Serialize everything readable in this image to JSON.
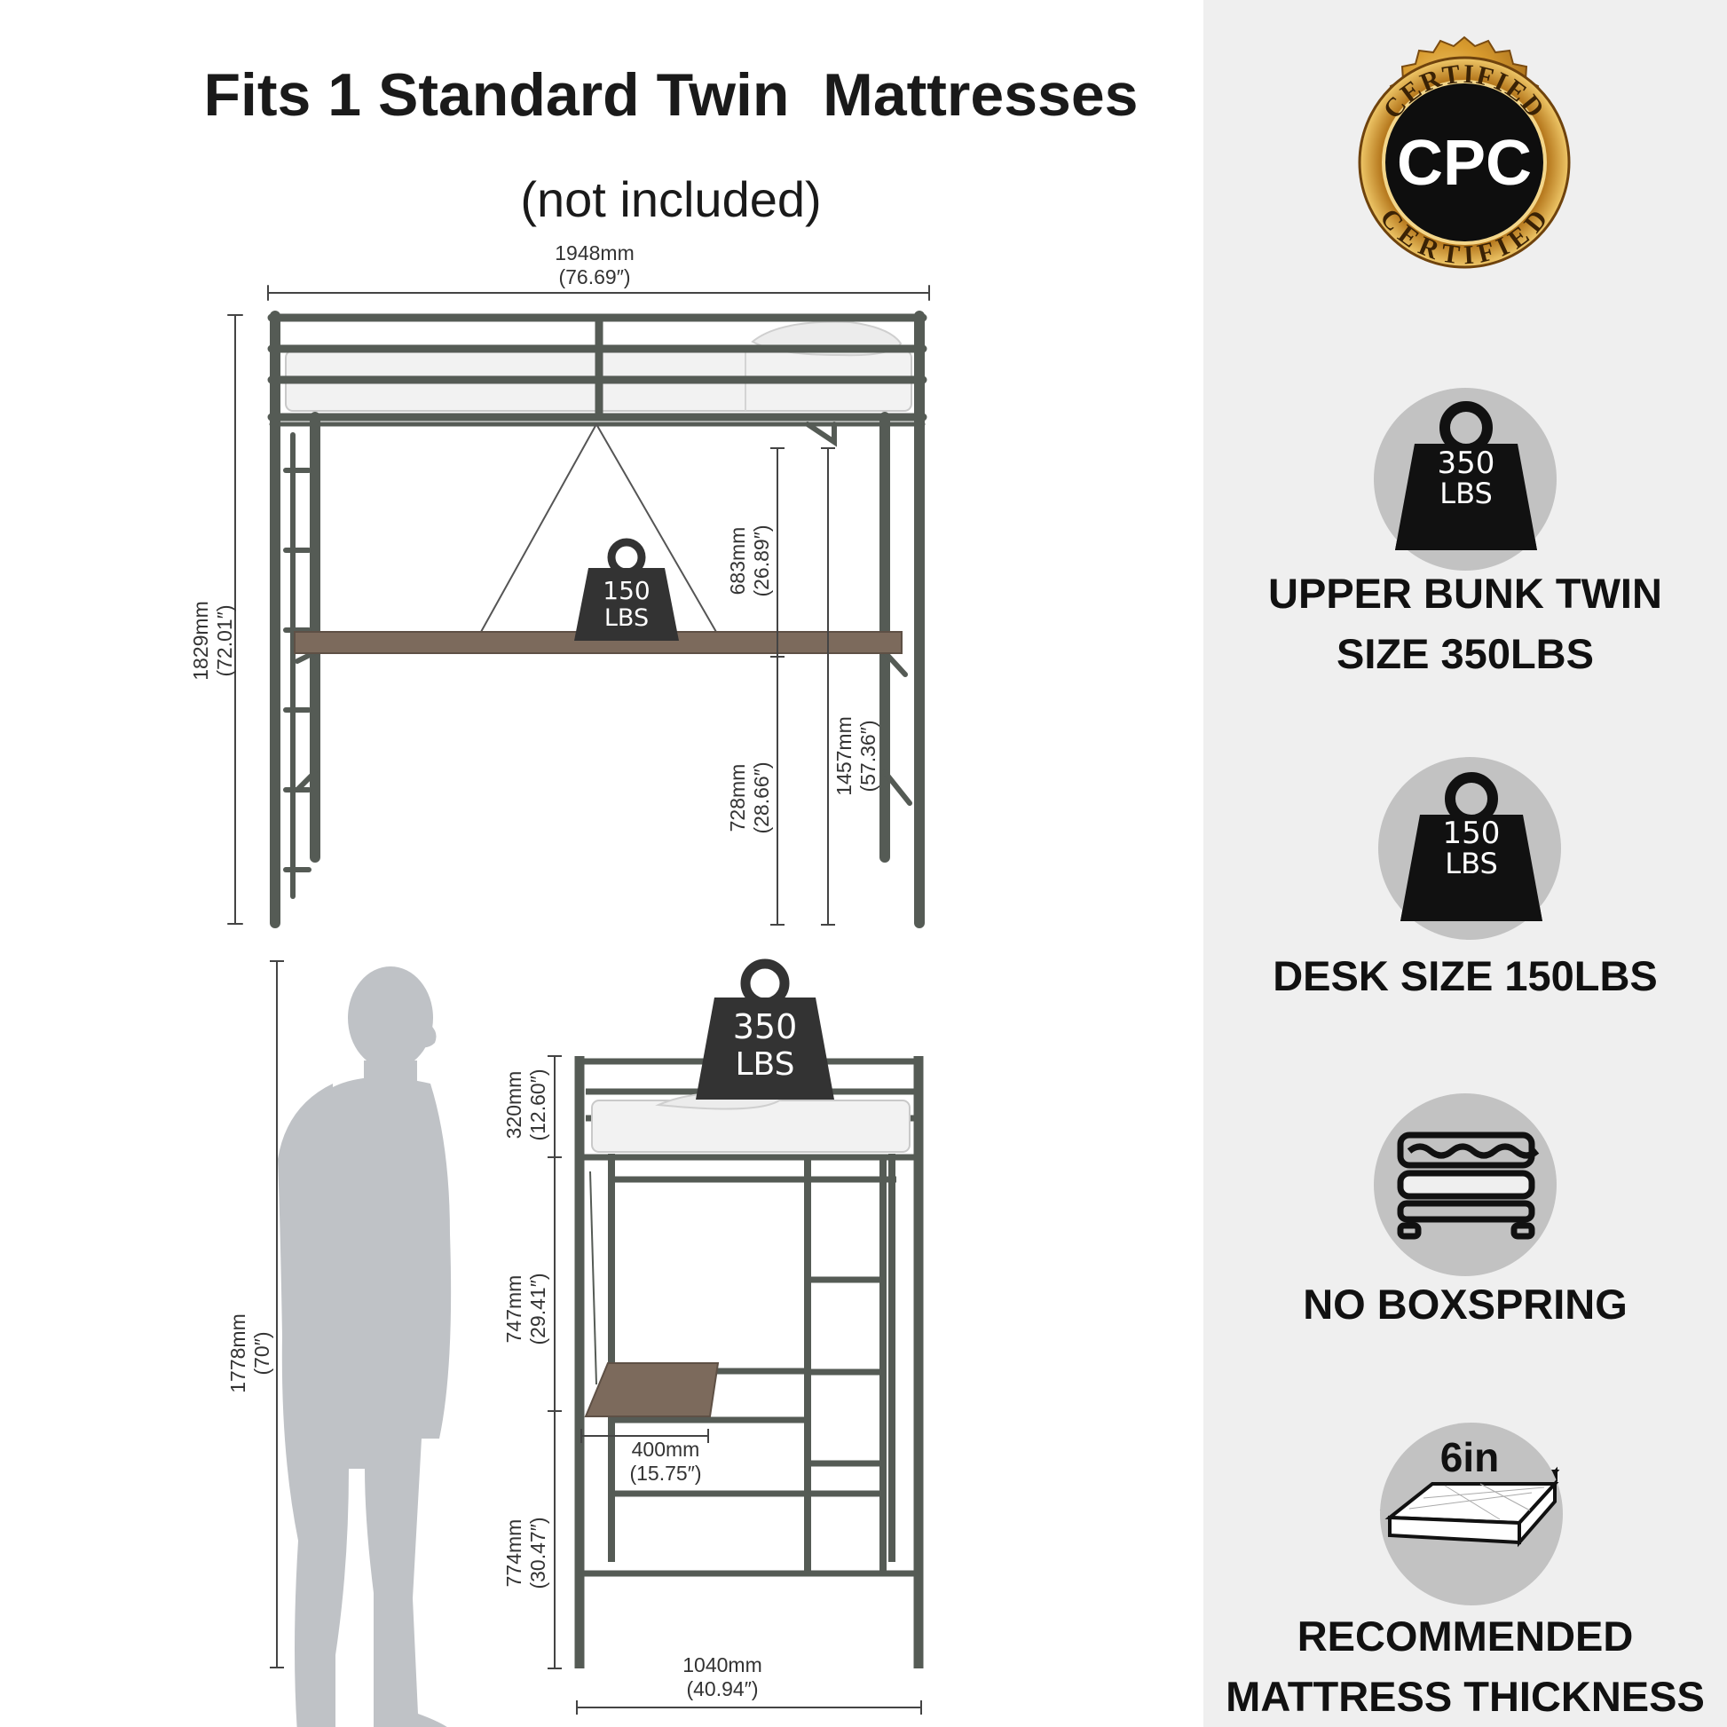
{
  "header": {
    "title": "Fits 1 Standard Twin  Mattresses",
    "subtitle": "(not included)"
  },
  "front_view": {
    "width_dim": {
      "mm": "1948mm",
      "in": "(76.69″)"
    },
    "height_dim": {
      "mm": "1829mm",
      "in": "(72.01″)"
    },
    "desk_to_bed_dim": {
      "mm": "683mm",
      "in": "(26.89″)"
    },
    "desk_height_dim": {
      "mm": "728mm",
      "in": "(28.66″)"
    },
    "underside_height_dim": {
      "mm": "1457mm",
      "in": "(57.36″)"
    },
    "desk_weight": {
      "value": "150",
      "unit": "LBS"
    }
  },
  "side_view": {
    "person_height_dim": {
      "mm": "1778mm",
      "in": "(70″)"
    },
    "rail_height_dim": {
      "mm": "320mm",
      "in": "(12.60″)"
    },
    "bed_to_desk_dim": {
      "mm": "747mm",
      "in": "(29.41″)"
    },
    "desk_height_dim": {
      "mm": "774mm",
      "in": "(30.47″)"
    },
    "desk_depth_dim": {
      "mm": "400mm",
      "in": "(15.75″)"
    },
    "width_dim": {
      "mm": "1040mm",
      "in": "(40.94″)"
    },
    "bunk_weight": {
      "value": "350",
      "unit": "LBS"
    }
  },
  "features": {
    "certification": {
      "top_text": "CERTIFIED",
      "center_text": "CPC",
      "bottom_text": "CERTIFIED"
    },
    "upper_bunk": {
      "weight": "350",
      "unit": "LBS",
      "label_line1": "UPPER BUNK TWIN",
      "label_line2": "SIZE 350LBS"
    },
    "desk": {
      "weight": "150",
      "unit": "LBS",
      "label": "DESK SIZE 150LBS"
    },
    "boxspring": {
      "label": "NO BOXSPRING"
    },
    "mattress": {
      "thickness": "6in",
      "label_line1": "RECOMMENDED",
      "label_line2": "MATTRESS THICKNESS"
    }
  },
  "colors": {
    "frame": "#555b55",
    "wood": "#7c6a5c",
    "person": "#bfc2c6",
    "badge_bg": "#c2c2c2",
    "gold": "#c98a22"
  }
}
